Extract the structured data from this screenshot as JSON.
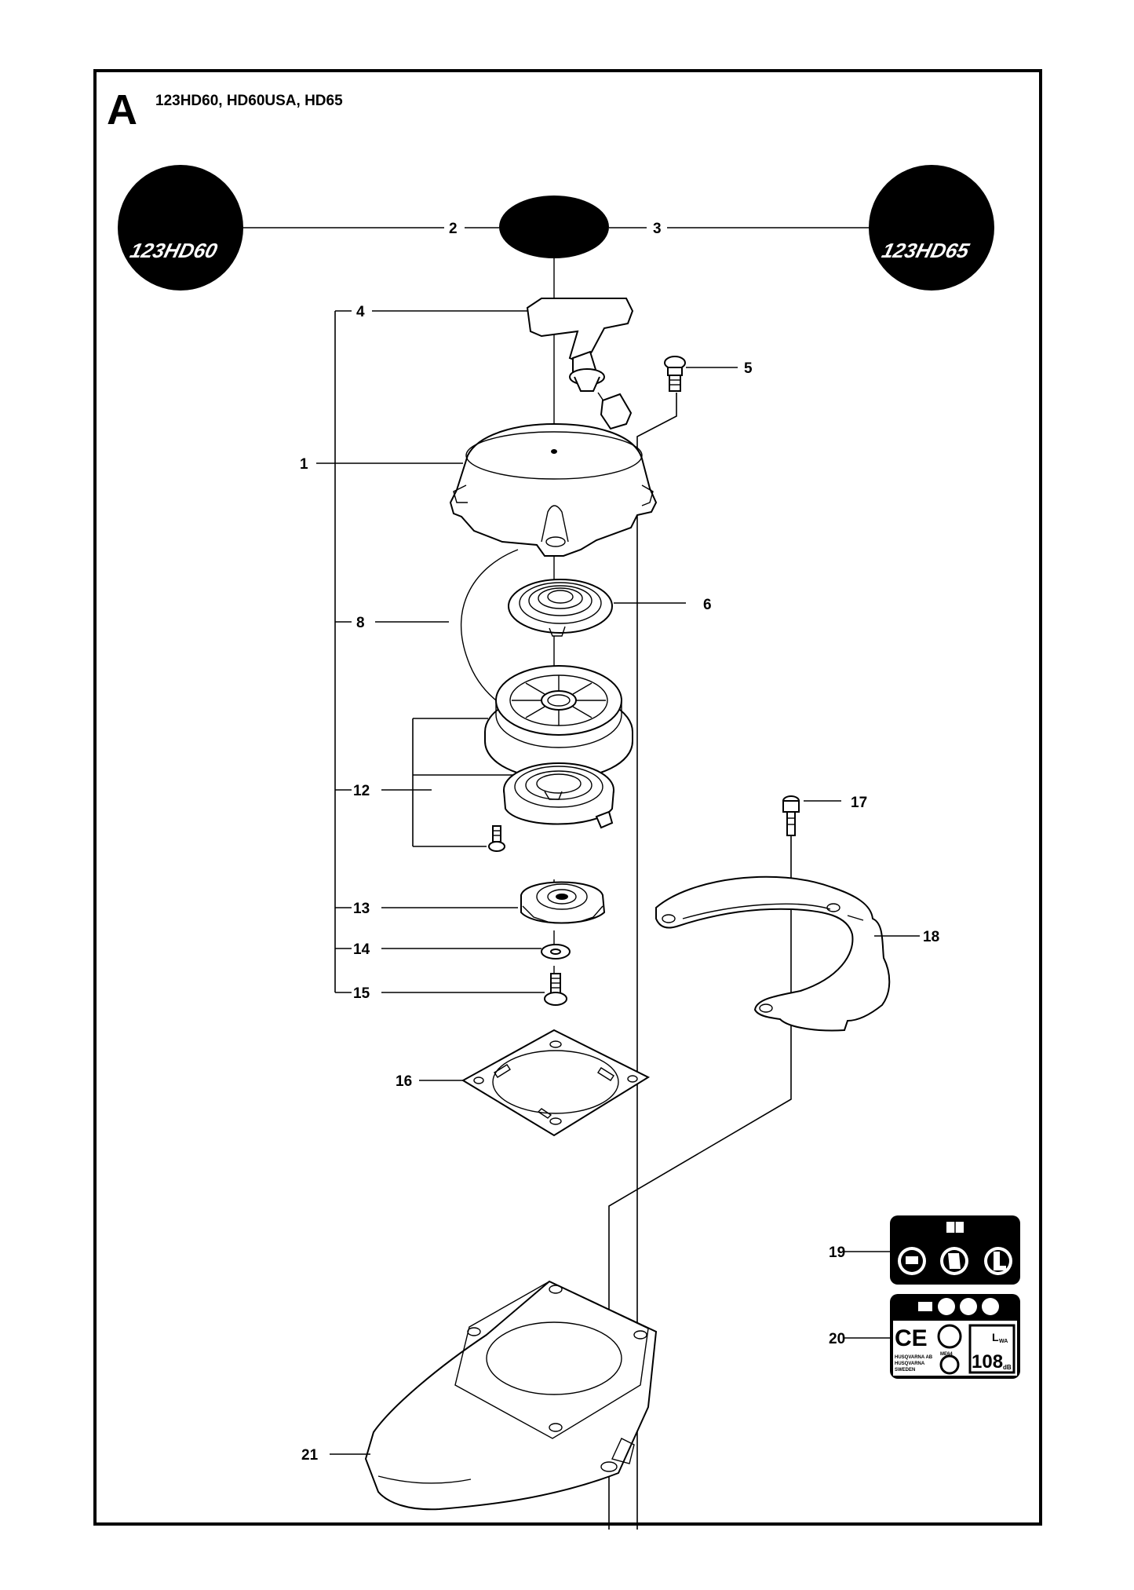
{
  "header": {
    "section_letter": "A",
    "models": "123HD60, HD60USA, HD65"
  },
  "decals": {
    "left_text": "123HD60",
    "right_text": "123HD65"
  },
  "callouts": {
    "c1": "1",
    "c2": "2",
    "c3": "3",
    "c4": "4",
    "c5": "5",
    "c6": "6",
    "c8": "8",
    "c12": "12",
    "c13": "13",
    "c14": "14",
    "c15": "15",
    "c16": "16",
    "c17": "17",
    "c18": "18",
    "c19": "19",
    "c20": "20",
    "c21": "21"
  },
  "label_20": {
    "ce_mark": "CE",
    "noise_unit": "L",
    "noise_unit_sub": "WA",
    "noise_value": "108",
    "noise_db": "dB",
    "small_line_1": "HUSQVARNA AB",
    "small_line_2": "HUSQVARNA",
    "small_line_3": "SWEDEN",
    "approval": "ME64"
  },
  "colors": {
    "ink": "#000000",
    "paper": "#ffffff"
  }
}
